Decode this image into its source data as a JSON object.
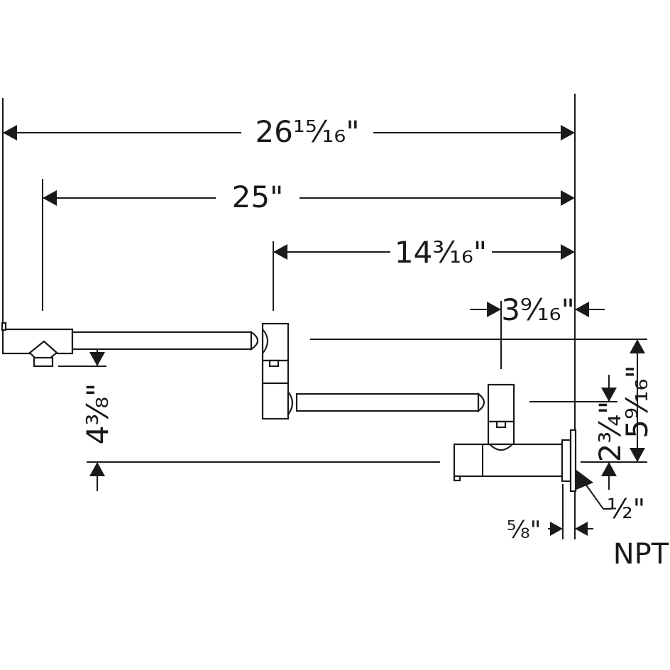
{
  "dimensions": {
    "overall_width": "26¹⁵⁄₁₆\"",
    "reach_to_spout": "25\"",
    "reach_to_second_joint": "14³⁄₁₆\"",
    "joint_offset": "3⁹⁄₁₆\"",
    "height_total": "5⁹⁄₁₆\"",
    "height_joint": "2³⁄₄\"",
    "spout_height": "4³⁄₈\"",
    "flange_depth": "⅝\"",
    "inlet_size": "½\"",
    "inlet_thread": "NPT"
  },
  "colors": {
    "line": "#1a1a1a",
    "background": "#ffffff"
  }
}
